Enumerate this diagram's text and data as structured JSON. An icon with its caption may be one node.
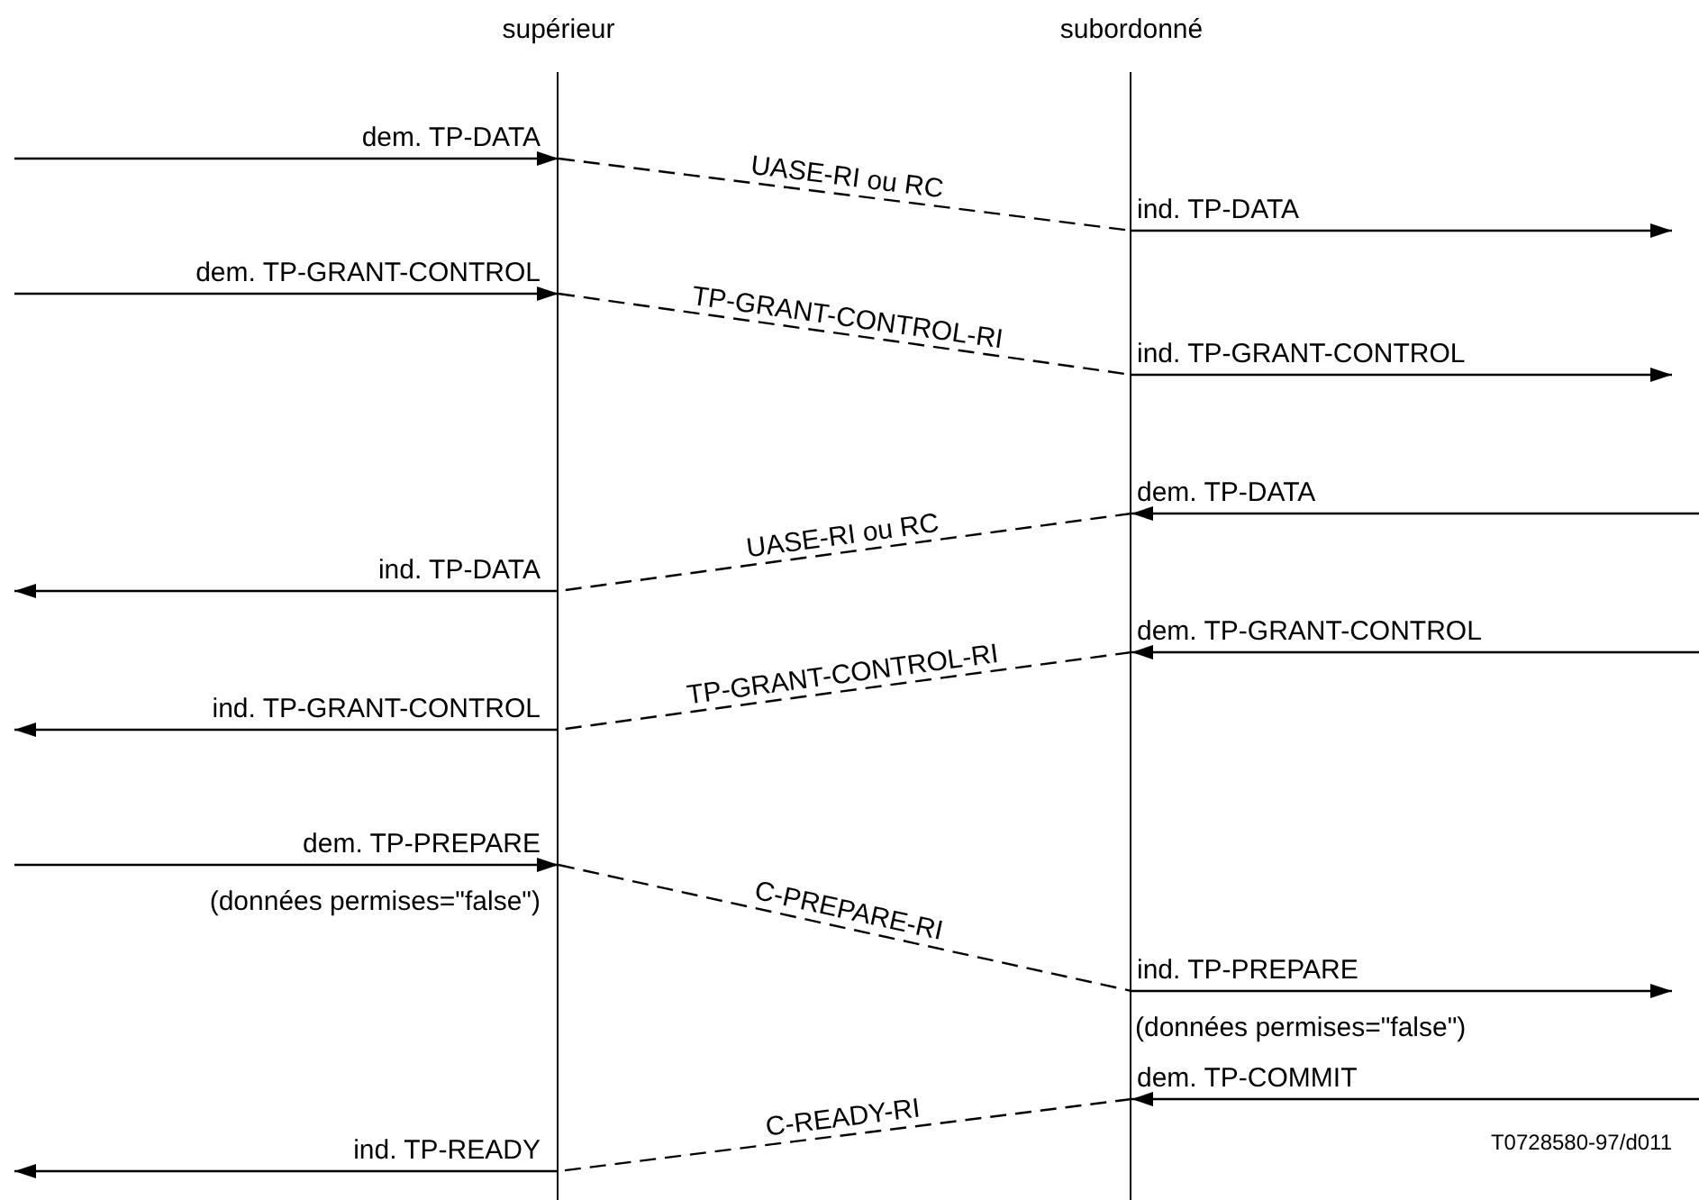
{
  "diagram": {
    "nodes": [
      {
        "text": [
          "supérieur"
        ]
      },
      {
        "text": [
          "subordonné"
        ]
      }
    ],
    "edges": [
      {
        "from": null,
        "to": 0,
        "arrow": "to",
        "label": "dem. TP-DATA"
      },
      {
        "from": 0,
        "to": 1,
        "arrow": "none",
        "style": "dashed",
        "label": "UASE-RI ou RC"
      },
      {
        "from": 1,
        "to": null,
        "arrow": "to",
        "label": "ind. TP-DATA"
      },
      {
        "from": null,
        "to": 0,
        "arrow": "to",
        "label": "dem. TP-GRANT-CONTROL"
      },
      {
        "from": 0,
        "to": 1,
        "arrow": "none",
        "style": "dashed",
        "label": "TP-GRANT-CONTROL-RI"
      },
      {
        "from": 1,
        "to": null,
        "arrow": "to",
        "label": "ind. TP-GRANT-CONTROL"
      },
      {
        "from": null,
        "to": 1,
        "arrow": "to",
        "label": "dem. TP-DATA"
      },
      {
        "from": 1,
        "to": 0,
        "arrow": "none",
        "style": "dashed",
        "label": "UASE-RI ou RC"
      },
      {
        "from": 0,
        "to": null,
        "arrow": "to",
        "label": "ind. TP-DATA"
      },
      {
        "from": null,
        "to": 1,
        "arrow": "to",
        "label": "dem. TP-GRANT-CONTROL"
      },
      {
        "from": 1,
        "to": 0,
        "arrow": "none",
        "style": "dashed",
        "label": "TP-GRANT-CONTROL-RI"
      },
      {
        "from": 0,
        "to": null,
        "arrow": "to",
        "label": "ind. TP-GRANT-CONTROL"
      },
      {
        "from": null,
        "to": 0,
        "arrow": "to",
        "label": "dem. TP-PREPARE"
      },
      {
        "from": 0,
        "to": 1,
        "arrow": "none",
        "style": "dashed",
        "label": "C-PREPARE-RI"
      },
      {
        "from": 1,
        "to": null,
        "arrow": "to",
        "label": "ind. TP-PREPARE"
      },
      {
        "from": null,
        "to": 1,
        "arrow": "to",
        "label": "dem. TP-COMMIT"
      },
      {
        "from": 1,
        "to": 0,
        "arrow": "none",
        "style": "dashed",
        "label": "C-READY-RI"
      },
      {
        "from": 0,
        "to": null,
        "arrow": "to",
        "label": "ind. TP-READY"
      }
    ],
    "labels": [
      "(données permises=\"false\")",
      "(données permises=\"false\")",
      "T0728580-97/d011"
    ]
  }
}
